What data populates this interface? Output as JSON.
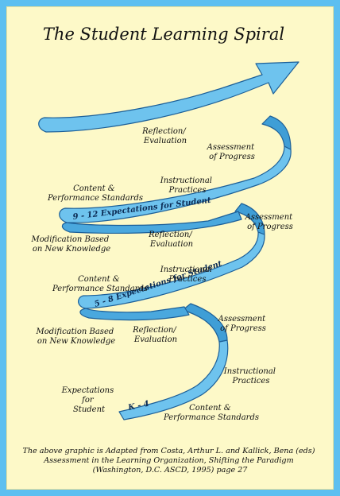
{
  "title": "The Student Learning Spiral",
  "labels": {
    "reflection_top": [
      "Reflection/",
      "Evaluation"
    ],
    "assessment_top": [
      "Assessment",
      "of Progress"
    ],
    "instructional_top": [
      "Instructional",
      "Practices"
    ],
    "content_top": [
      "Content &",
      "Performance Standards"
    ],
    "assessment_mid": [
      "Assessment",
      "of Progress"
    ],
    "modification_mid": [
      "Modification Based",
      "on New Knowledge"
    ],
    "reflection_mid": [
      "Reflection/",
      "Evaluation"
    ],
    "content_mid": [
      "Content &",
      "Performance Standards"
    ],
    "instructional_mid": [
      "Instructional",
      "Practices"
    ],
    "assessment_low": [
      "Assessment",
      "of Progress"
    ],
    "modification_low": [
      "Modification Based",
      "on New Knowledge"
    ],
    "reflection_low": [
      "Reflection/",
      "Evaluation"
    ],
    "instructional_low": [
      "Instructional",
      "Practices"
    ],
    "expectations_low": [
      "Expectations",
      "for",
      "Student"
    ],
    "content_low": [
      "Content &",
      "Performance Standards"
    ]
  },
  "bands": {
    "upper": "9 - 12 Expectations for Student",
    "middle": "5 - 8 Expectations for Student",
    "lower": "K - 4"
  },
  "caption": [
    "The above graphic is Adapted from Costa, Arthur L. and Kallick, Bena (eds)",
    "Assessment in the Learning Organization, Shifting the Paradigm",
    "(Washington, D.C. ASCD, 1995) page 27"
  ],
  "colors": {
    "ribbon": "#6ec3ee",
    "ribbon_dark": "#2c8fc9",
    "ribbon_edge": "#1c5f98",
    "panel": "#fdf9c8",
    "border": "#5dbff0"
  }
}
